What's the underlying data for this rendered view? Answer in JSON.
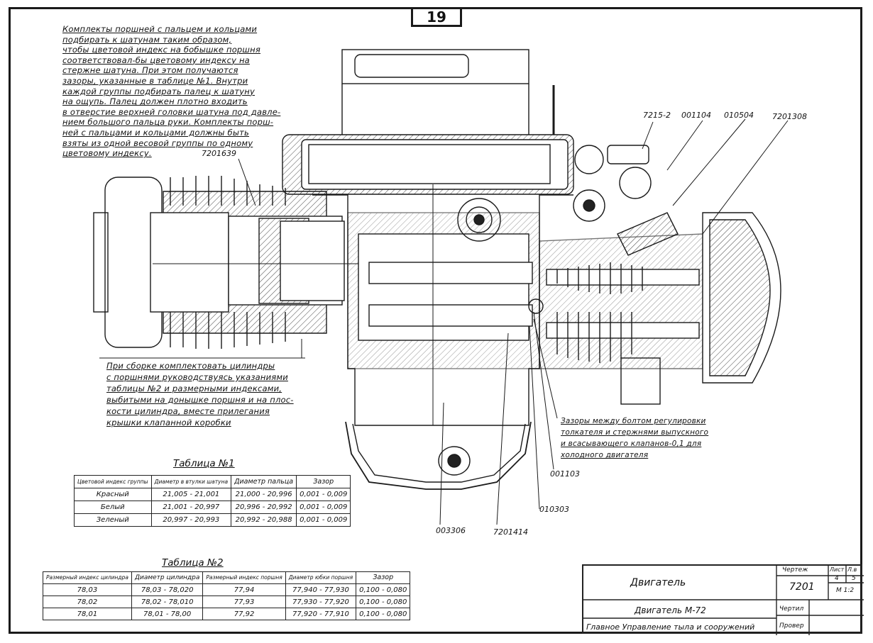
{
  "page_number": "19",
  "top_note_lines": [
    "Комплекты поршней с пальцем и кольцами",
    "подбирать к шатунам таким образом,",
    "чтобы цветовой индекс на бобышке поршня",
    "соответствовал-бы цветовому индексу на",
    "стержне шатуна. При этом получаются",
    "зазоры, указанные в таблице №1. Внутри",
    "каждой группы подбирать палец к шатуну",
    "на ощупь. Палец должен плотно входить",
    "в отверстие верхней головки шатуна под давле-",
    "нием большого пальца руки. Комплекты порш-",
    "ней с пальцами и кольцами должны быть",
    "взяты из одной весовой группы по одному",
    "цветовому индексу."
  ],
  "assembly_note_lines": [
    "При сборке комплектовать цилиндры",
    "с поршнями руководствуясь указаниями",
    "таблицы №2 и размерными индексами,",
    "выбитыми на донышке поршня и на плос-",
    "кости цилиндра, вместе прилегания",
    "крышки клапанной коробки"
  ],
  "clearance_note_lines": [
    "Зазоры между болтом регулировки",
    "толкателя и стержнями выпускного",
    "и всасывающего клапанов-0,1 для",
    "холодного двигателя"
  ],
  "part_labels": {
    "p7201639": "7201639",
    "p7215_2": "7215-2",
    "p001104": "001104",
    "p010504": "010504",
    "p7201308": "7201308",
    "p001103": "001103",
    "p010303": "010303",
    "p003306": "003306",
    "p7201414": "7201414"
  },
  "table1": {
    "title": "Таблица №1",
    "headers": [
      "Цветовой индекс группы",
      "Диаметр в втулки шатуна",
      "Диаметр пальца",
      "Зазор"
    ],
    "rows": [
      [
        "Красный",
        "21,005 - 21,001",
        "21,000 - 20,996",
        "0,001 - 0,009"
      ],
      [
        "Белый",
        "21,001 - 20,997",
        "20,996 - 20,992",
        "0,001 - 0,009"
      ],
      [
        "Зеленый",
        "20,997 - 20,993",
        "20,992 - 20,988",
        "0,001 - 0,009"
      ]
    ]
  },
  "table2": {
    "title": "Таблица №2",
    "headers": [
      "Размерный индекс цилиндра",
      "Диаметр цилиндра",
      "Размерный индекс поршня",
      "Диаметр юбки поршня",
      "Зазор"
    ],
    "rows": [
      [
        "78,03",
        "78,03 - 78,020",
        "77,94",
        "77,940 - 77,930",
        "0,100 - 0,080"
      ],
      [
        "78,02",
        "78,02 - 78,010",
        "77,93",
        "77,930 - 77,920",
        "0,100 - 0,080"
      ],
      [
        "78,01",
        "78,01 - 78,00",
        "77,92",
        "77,920 - 77,910",
        "0,100 - 0,080"
      ]
    ]
  },
  "title_block": {
    "name": "Двигатель",
    "subtitle": "Двигатель М-72",
    "drawing_label": "Чертеж",
    "drawing_no": "7201",
    "sheet_label": "Лист",
    "sheets_label": "Л.в",
    "sheet_no": "4",
    "sheets_total": "5",
    "scale": "М 1:2",
    "checked": "Чертил",
    "verified": "Провер",
    "org": "Главное Управление тыла и сооружений"
  }
}
